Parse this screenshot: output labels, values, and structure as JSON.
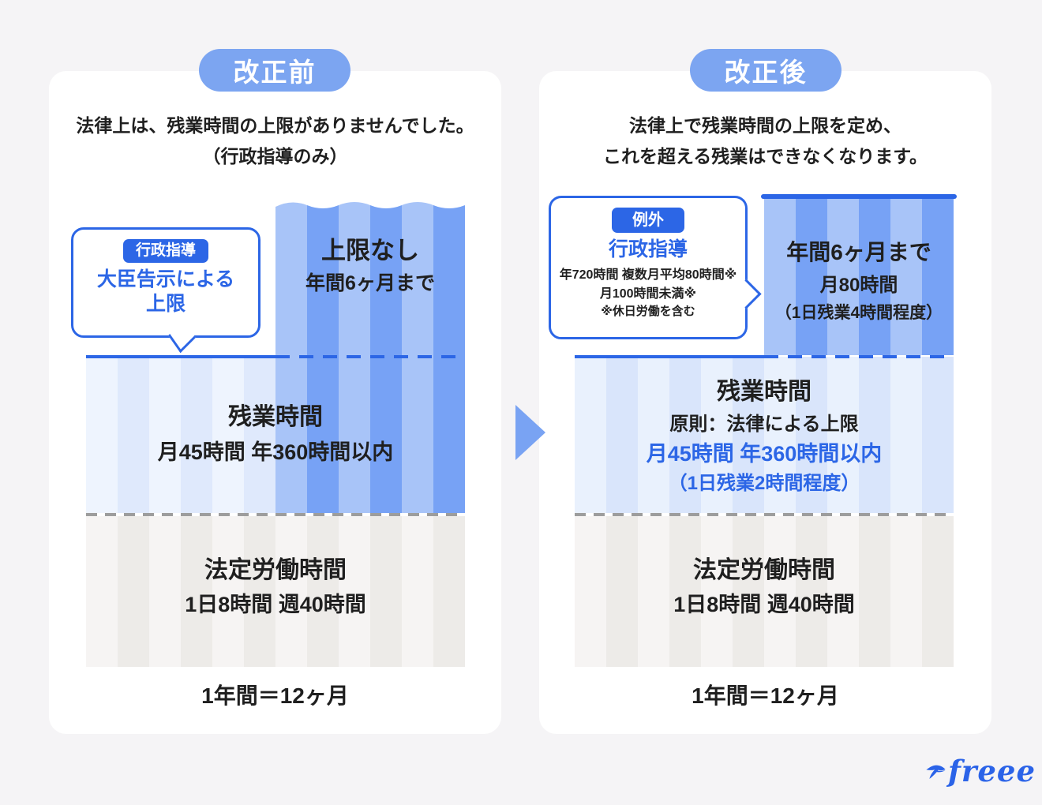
{
  "colors": {
    "accent_blue": "#2c66e6",
    "pill_blue": "#7ca5f1",
    "bar_stripe_light": "#a8c4f8",
    "bar_stripe_dark": "#77a2f5",
    "overtime_stripe_light": "#eef4fe",
    "overtime_stripe_dark": "#dfe9fc",
    "statutory_stripe_light": "#f6f4f3",
    "statutory_stripe_dark": "#edebe8",
    "gray_dash": "#9d9d9d",
    "arrow_blue": "#79a3f3",
    "logo_blue": "#2b63e8",
    "text_black": "#1f1f1f",
    "panel_white": "#ffffff",
    "page_background": "#f5f4f6"
  },
  "panels": {
    "before": {
      "header": "改正前",
      "intro_line1": "法律上は、残業時間の上限がありませんでした。",
      "intro_line2": "（行政指導のみ）",
      "callout": {
        "badge": "行政指導",
        "body_line1": "大臣告示による",
        "body_line2": "上限"
      },
      "excess_bar": {
        "title": "上限なし",
        "subtitle": "年間6ヶ月まで"
      },
      "overtime_band": {
        "title": "残業時間",
        "limit": "月45時間 年360時間以内"
      },
      "statutory_band": {
        "title": "法定労働時間",
        "detail": "1日8時間 週40時間"
      },
      "axis_label": "1年間＝12ヶ月"
    },
    "after": {
      "header": "改正後",
      "intro_line1": "法律上で残業時間の上限を定め、",
      "intro_line2": "これを超える残業はできなくなります。",
      "callout": {
        "badge": "例外",
        "title": "行政指導",
        "body_line1": "年720時間 複数月平均80時間※",
        "body_line2": "月100時間未満※",
        "note": "※休日労働を含む"
      },
      "excess_bar": {
        "title": "年間6ヶ月まで",
        "subtitle": "月80時間",
        "note": "（1日残業4時間程度）"
      },
      "overtime_band": {
        "title": "残業時間",
        "principle": "原則：法律による上限",
        "limit": "月45時間 年360時間以内",
        "note": "（1日残業2時間程度）"
      },
      "statutory_band": {
        "title": "法定労働時間",
        "detail": "1日8時間 週40時間"
      },
      "axis_label": "1年間＝12ヶ月"
    }
  },
  "logo": {
    "text": "freee"
  }
}
